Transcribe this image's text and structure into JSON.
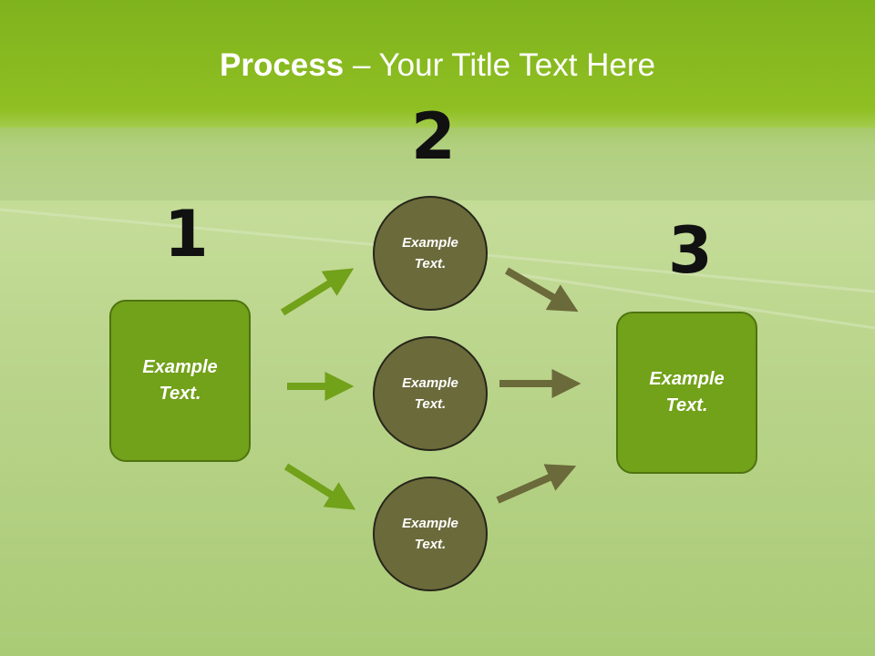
{
  "title": {
    "bold": "Process",
    "rest": " – Your Title Text Here"
  },
  "steps": [
    {
      "number": "1",
      "label": "Example Text."
    },
    {
      "number": "2",
      "items": [
        "Example Text.",
        "Example Text.",
        "Example Text."
      ]
    },
    {
      "number": "3",
      "label": "Example Text."
    }
  ],
  "colors": {
    "box_fill": "#72a11a",
    "circle_fill": "#6b6a3b",
    "arrow_green": "#72a11a",
    "arrow_olive": "#6b6a3b"
  }
}
